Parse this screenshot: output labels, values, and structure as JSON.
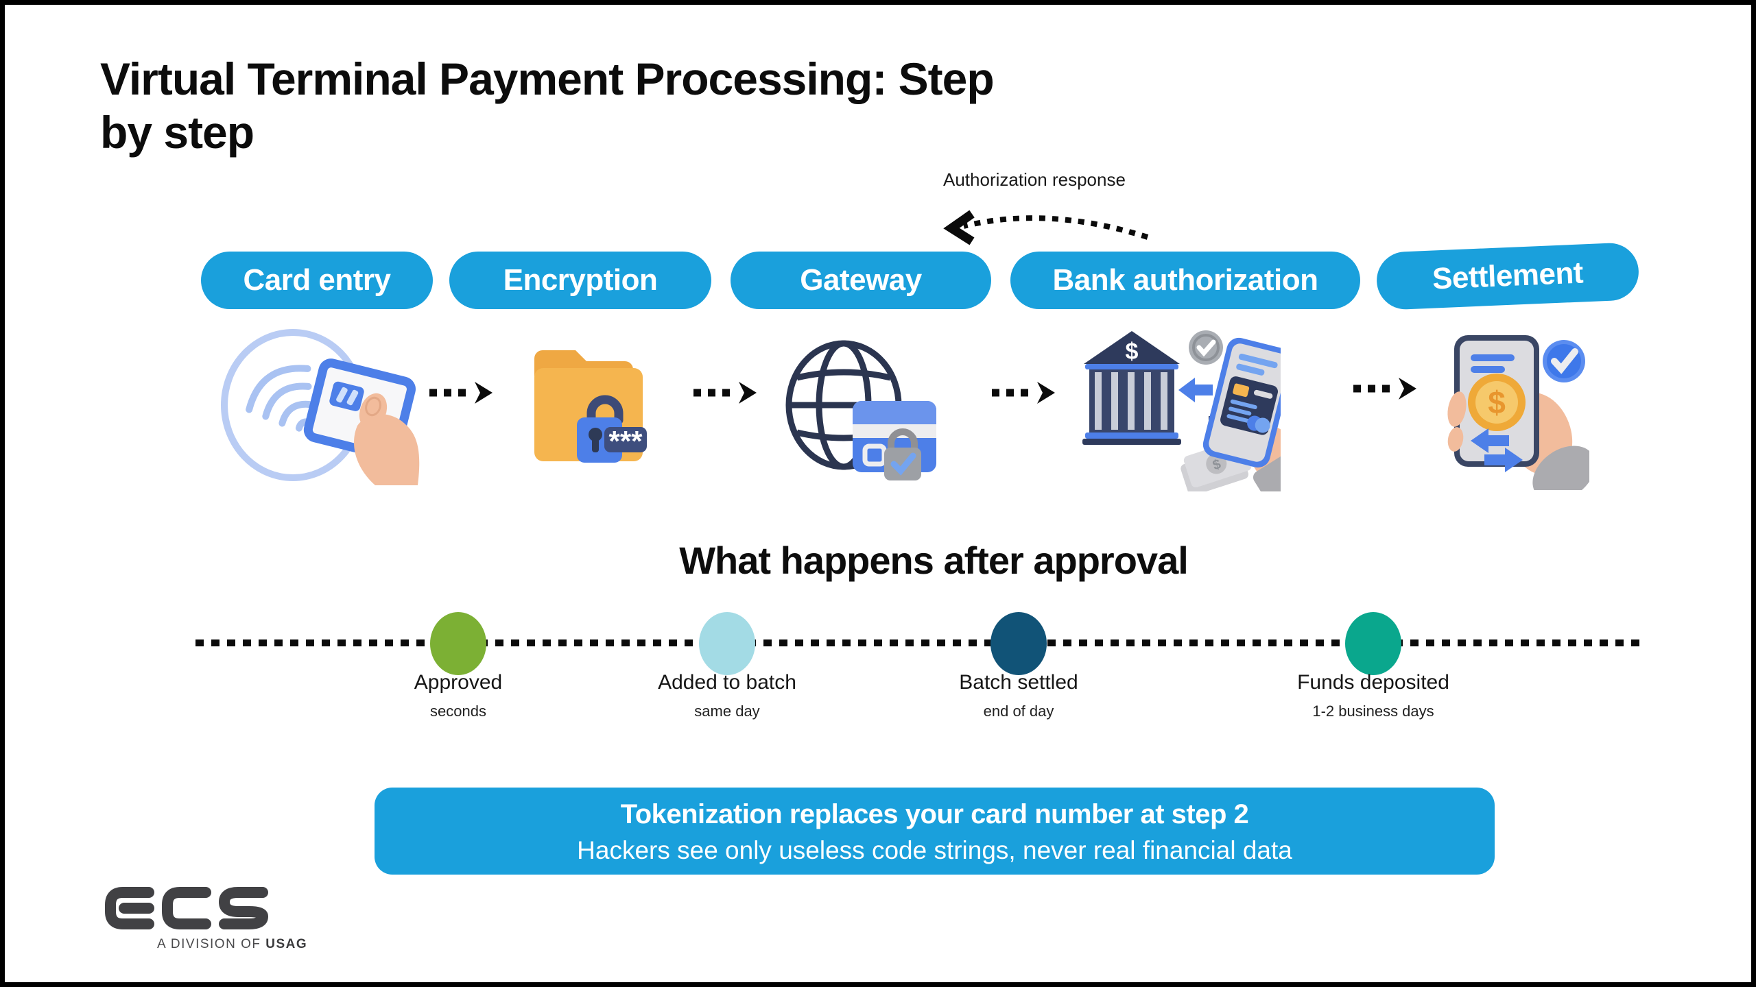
{
  "page": {
    "background": "#ffffff",
    "frame_color": "#000000",
    "accent_blue": "#1AA0DC"
  },
  "title": {
    "line1": "Virtual Terminal Payment Processing: Step",
    "line2": "by step"
  },
  "flow": {
    "annotation": "Authorization response",
    "steps": [
      {
        "label": "Card entry",
        "icon": "contactless-card-tap-icon"
      },
      {
        "label": "Encryption",
        "icon": "locked-folder-icon"
      },
      {
        "label": "Gateway",
        "icon": "globe-credit-card-icon"
      },
      {
        "label": "Bank authorization",
        "icon": "bank-phone-transfer-icon"
      },
      {
        "label": "Settlement",
        "icon": "phone-coin-check-icon"
      }
    ],
    "connector": "dotted-arrow-right",
    "pill_color": "#1AA0DC"
  },
  "icons": {
    "password_mask": "***",
    "currency_symbol": "$"
  },
  "timeline": {
    "heading": "What happens after approval",
    "events": [
      {
        "label": "Approved",
        "sublabel": "seconds",
        "color": "#7CB034"
      },
      {
        "label": "Added to batch",
        "sublabel": "same day",
        "color": "#A3DBE5"
      },
      {
        "label": "Batch settled",
        "sublabel": "end of day",
        "color": "#115377"
      },
      {
        "label": "Funds deposited",
        "sublabel": "1-2 business days",
        "color": "#0AA78D"
      }
    ]
  },
  "banner": {
    "line1": "Tokenization replaces your card number at step 2",
    "line2": "Hackers see only useless code strings, never real financial data",
    "bg": "#1AA0DC"
  },
  "logo": {
    "name": "ecs",
    "tagline_prefix": "A DIVISION OF ",
    "tagline_bold": "USAG"
  }
}
